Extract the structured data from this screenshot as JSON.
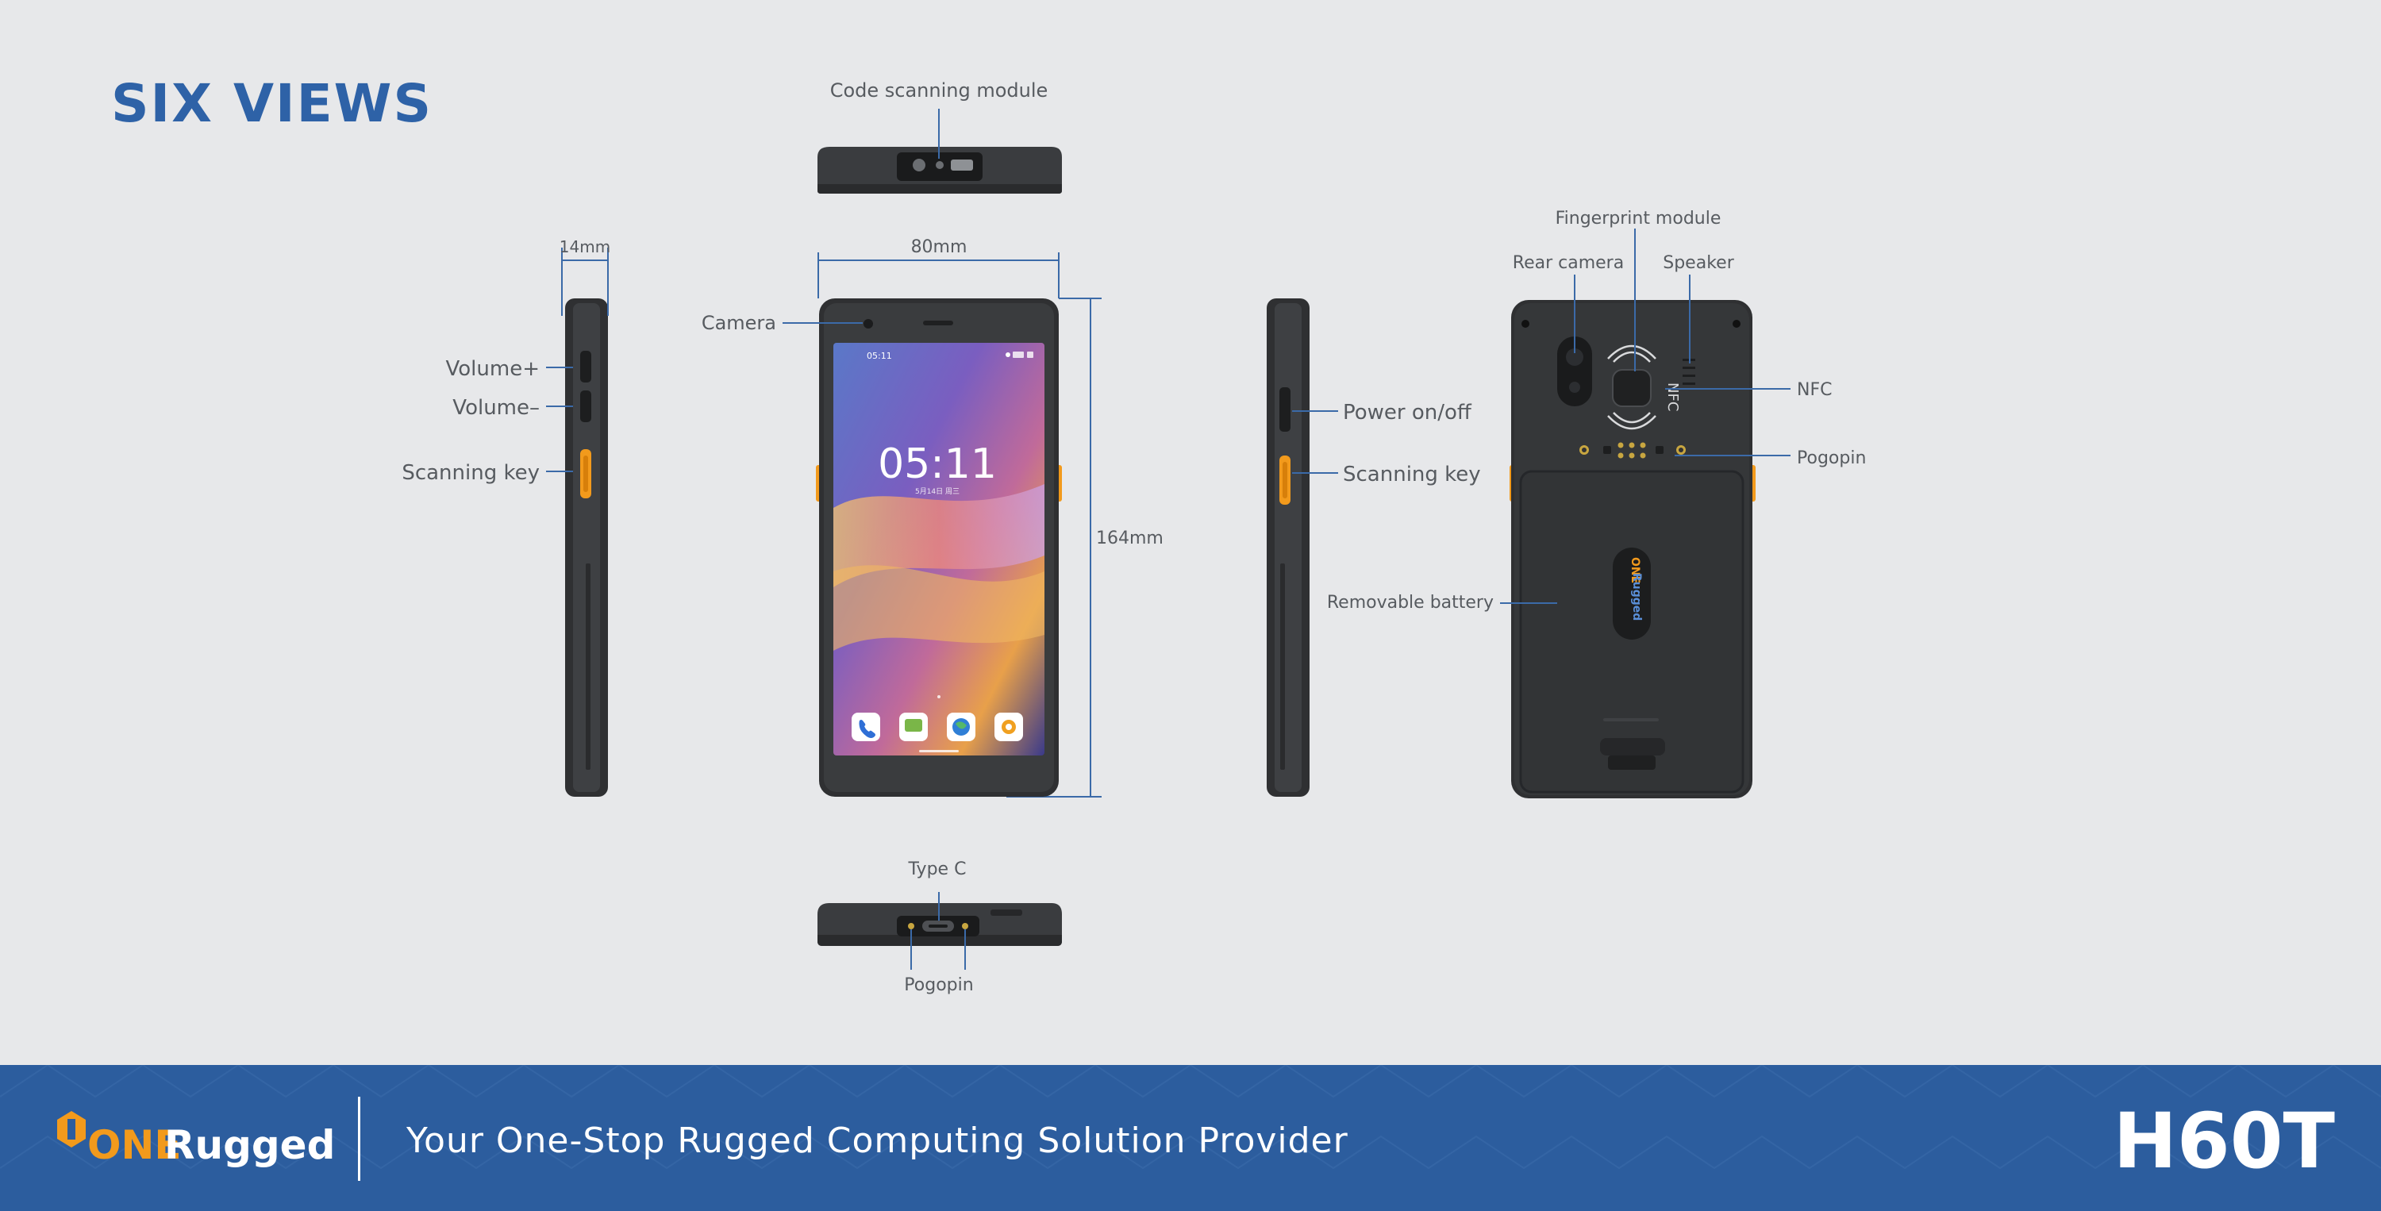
{
  "page": {
    "title": "SIX VIEWS"
  },
  "dimensions": {
    "width": "80mm",
    "height": "164mm",
    "thickness": "14mm"
  },
  "labels": {
    "code_scanning_module": "Code scanning module",
    "camera": "Camera",
    "volume_up": "Volume+",
    "volume_down": "Volume–",
    "scanning_key_left": "Scanning key",
    "power": "Power on/off",
    "scanning_key_right": "Scanning key",
    "fingerprint": "Fingerprint module",
    "rear_camera": "Rear camera",
    "speaker": "Speaker",
    "nfc": "NFC",
    "pogopin_back": "Pogopin",
    "battery": "Removable battery",
    "type_c": "Type C",
    "pogopin_bottom": "Pogopin"
  },
  "screen": {
    "status_time": "05:11",
    "clock": "05:11",
    "date": "5月14日 周三"
  },
  "device_markings": {
    "back_nfc": "NFC",
    "back_logo_one": "ONE",
    "back_logo_rugged": "Rugged"
  },
  "footer": {
    "brand_one": "ONE",
    "brand_rugged": "Rugged",
    "tagline": "Your One-Stop Rugged Computing Solution Provider",
    "model": "H60T"
  },
  "colors": {
    "accent_blue": "#2e62a7",
    "footer_bg": "#2c5d9e",
    "device_body": "#353739",
    "orange_key": "#f29a1c",
    "leader_line": "#3b6aa8"
  },
  "icons": [
    "phone-app-icon",
    "messages-app-icon",
    "browser-app-icon",
    "camera-app-icon",
    "onerugged-logo-icon"
  ]
}
